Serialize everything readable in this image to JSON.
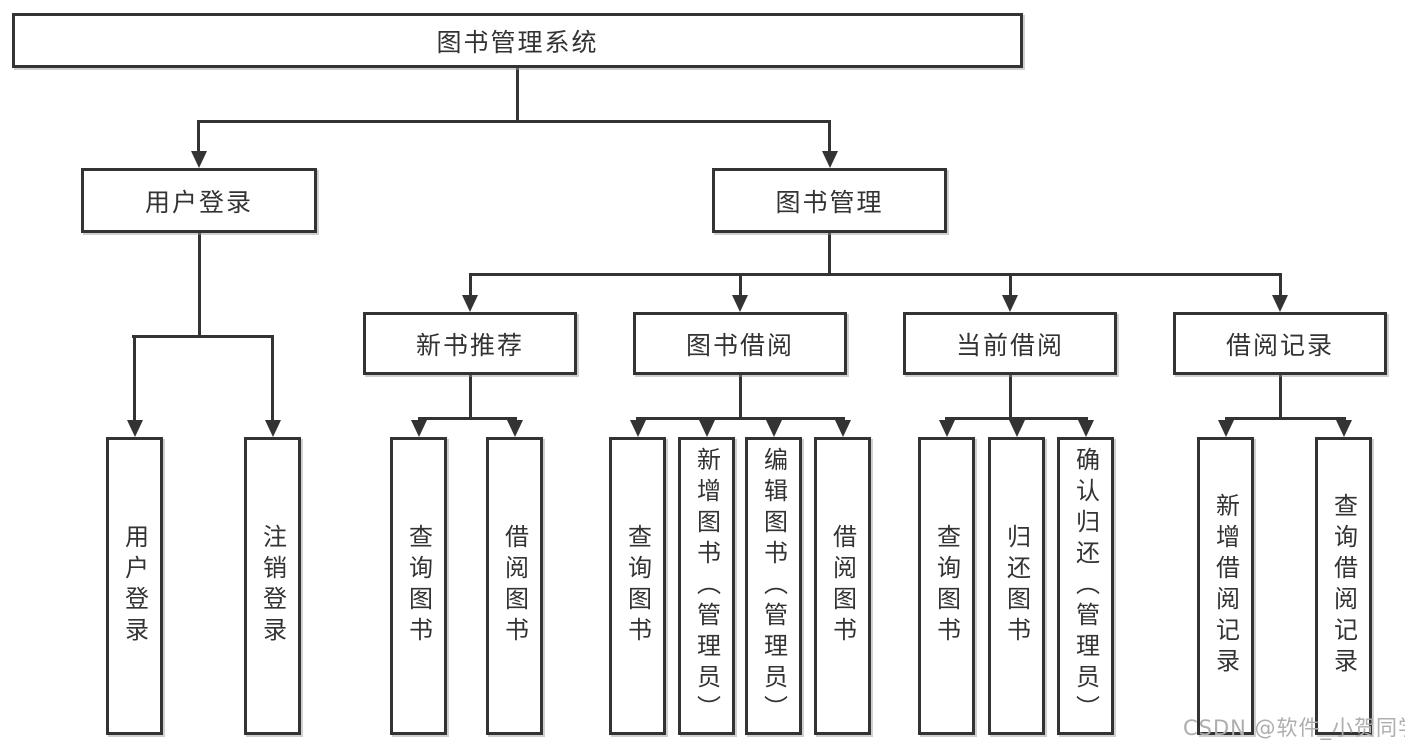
{
  "title": "图书管理系统",
  "level2": [
    {
      "label": "用户登录"
    },
    {
      "label": "图书管理"
    }
  ],
  "level3": [
    {
      "label": "新书推荐"
    },
    {
      "label": "图书借阅"
    },
    {
      "label": "当前借阅"
    },
    {
      "label": "借阅记录"
    }
  ],
  "leaves": [
    {
      "label": "用户登录"
    },
    {
      "label": "注销登录"
    },
    {
      "label": "查询图书"
    },
    {
      "label": "借阅图书"
    },
    {
      "label": "查询图书"
    },
    {
      "label": "新增图书（管理员）"
    },
    {
      "label": "编辑图书（管理员）"
    },
    {
      "label": "借阅图书"
    },
    {
      "label": "查询图书"
    },
    {
      "label": "归还图书"
    },
    {
      "label": "确认归还（管理员）"
    },
    {
      "label": "新增借阅记录"
    },
    {
      "label": "查询借阅记录"
    }
  ],
  "watermark": "CSDN @软件_小贺同学",
  "colors": {
    "line": "#333333",
    "text": "#333333",
    "watermark": "#aeaeae",
    "background": "#ffffff"
  }
}
